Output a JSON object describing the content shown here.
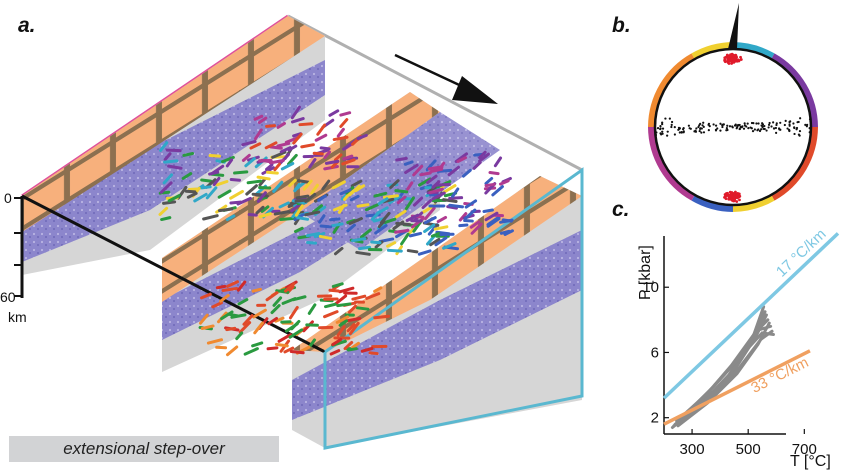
{
  "panels": {
    "a": "a.",
    "b": "b.",
    "c": "c."
  },
  "block": {
    "depth_top": "0",
    "depth_bottom": "60",
    "depth_unit": "km",
    "caption": "extensional step-over"
  },
  "colors": {
    "crust": "#f7b07c",
    "crust_stripe": "#8c7050",
    "mantle": "#8c86cc",
    "mantle_light": "#b9b4e2",
    "base": "#d6d6d6",
    "edge_magenta": "#e0509a",
    "edge_cyan": "#5ab8d0",
    "edge_gray": "#b0b0b0",
    "geotherm_cold": "#7ec8e3",
    "geotherm_hot": "#f0a060",
    "paths": "#8a8a8a"
  },
  "chart_data": {
    "type": "line",
    "xlabel": "T [°C]",
    "ylabel": "P [kbar]",
    "x_ticks": [
      "300",
      "500",
      "700"
    ],
    "y_ticks": [
      "2",
      "6",
      "10"
    ],
    "xlim": [
      200,
      820
    ],
    "ylim": [
      1,
      14
    ],
    "grid": false,
    "series": [
      {
        "name": "17 °C/km",
        "x": [
          200,
          820
        ],
        "y": [
          3.2,
          13.3
        ]
      },
      {
        "name": "33 °C/km",
        "x": [
          200,
          720
        ],
        "y": [
          1.6,
          6.1
        ]
      }
    ],
    "paths": [
      {
        "x": [
          230,
          330,
          430,
          510,
          555
        ],
        "y": [
          1.4,
          2.8,
          4.6,
          6.6,
          8.8
        ]
      },
      {
        "x": [
          235,
          340,
          440,
          520,
          560
        ],
        "y": [
          1.5,
          3.2,
          5.2,
          7.1,
          8.5
        ]
      },
      {
        "x": [
          240,
          345,
          450,
          525,
          565
        ],
        "y": [
          1.6,
          3.0,
          4.9,
          6.9,
          8.3
        ]
      },
      {
        "x": [
          245,
          350,
          455,
          530,
          570
        ],
        "y": [
          1.8,
          3.4,
          5.4,
          7.3,
          8.0
        ]
      },
      {
        "x": [
          250,
          355,
          460,
          535,
          575
        ],
        "y": [
          1.5,
          2.9,
          4.7,
          6.5,
          7.8
        ]
      },
      {
        "x": [
          255,
          360,
          465,
          540,
          580
        ],
        "y": [
          1.9,
          3.6,
          5.6,
          7.4,
          7.6
        ]
      },
      {
        "x": [
          260,
          365,
          470,
          545,
          585
        ],
        "y": [
          1.7,
          3.3,
          5.1,
          6.8,
          7.3
        ]
      },
      {
        "x": [
          265,
          370,
          475,
          550,
          590
        ],
        "y": [
          2.0,
          3.8,
          5.8,
          7.2,
          7.1
        ]
      }
    ]
  }
}
